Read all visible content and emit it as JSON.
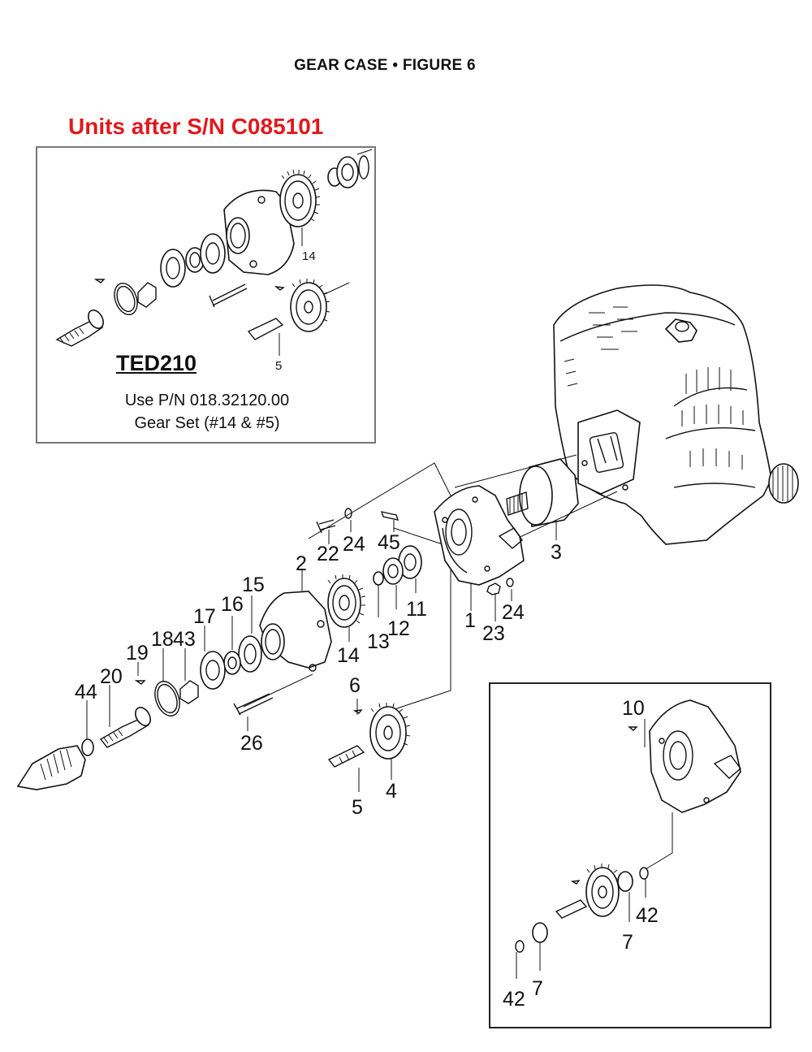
{
  "header": {
    "title": "GEAR CASE  •  FIGURE 6"
  },
  "inset_top": {
    "heading": "Units after S/N C085101",
    "heading_color": "#e0191e",
    "model": "TED210",
    "note_line1": "Use P/N 018.32120.00",
    "note_line2": "Gear Set (#14 & #5)",
    "callouts": [
      "14",
      "5"
    ]
  },
  "main": {
    "callouts": [
      "1",
      "2",
      "3",
      "4",
      "5",
      "6",
      "11",
      "12",
      "13",
      "14",
      "15",
      "16",
      "17",
      "18",
      "19",
      "20",
      "22",
      "23",
      "24",
      "24",
      "26",
      "43",
      "44",
      "45"
    ]
  },
  "inset_bottom": {
    "callouts": [
      "10",
      "42",
      "7",
      "7",
      "42"
    ]
  }
}
